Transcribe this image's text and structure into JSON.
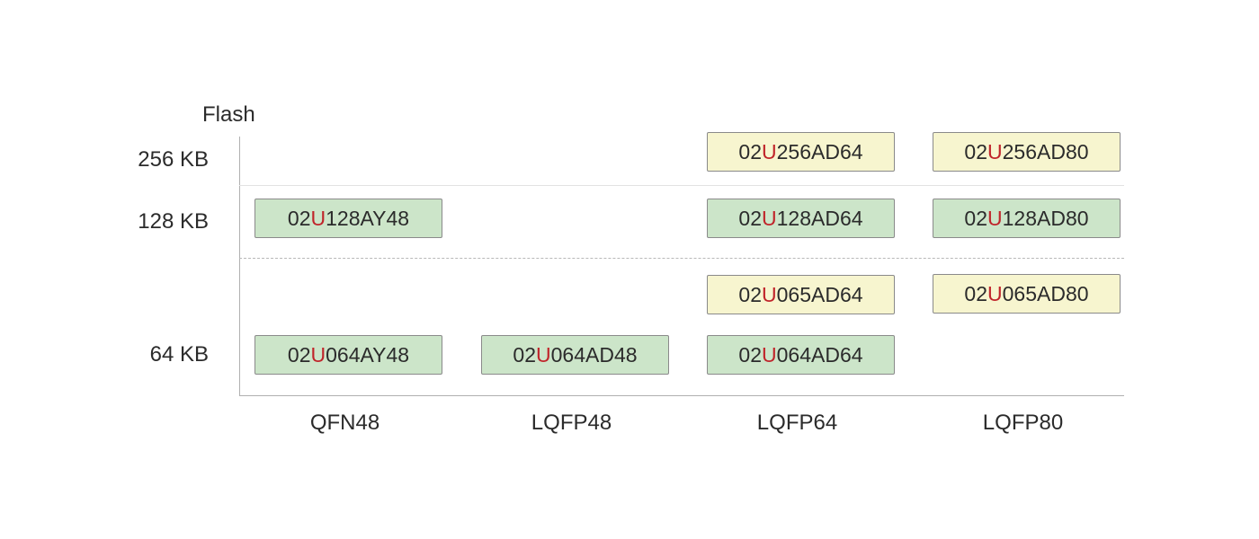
{
  "diagram": {
    "y_axis_title": "Flash",
    "y_labels": {
      "kb256": "256 KB",
      "kb128": "128 KB",
      "kb64": "64 KB"
    },
    "x_labels": {
      "qfn48": "QFN48",
      "lqfp48": "LQFP48",
      "lqfp64": "LQFP64",
      "lqfp80": "LQFP80"
    },
    "colors": {
      "green_fill": "#cce5c9",
      "yellow_fill": "#f7f5cf",
      "highlight_letter": "#c0242a"
    },
    "parts": {
      "p256_64": {
        "prefix": "02",
        "mid": "U",
        "suffix": "256AD64"
      },
      "p256_80": {
        "prefix": "02",
        "mid": "U",
        "suffix": "256AD80"
      },
      "p128_48": {
        "prefix": "02",
        "mid": "U",
        "suffix": "128AY48"
      },
      "p128_64": {
        "prefix": "02",
        "mid": "U",
        "suffix": "128AD64"
      },
      "p128_80": {
        "prefix": "02",
        "mid": "U",
        "suffix": "128AD80"
      },
      "p065_64": {
        "prefix": "02",
        "mid": "U",
        "suffix": "065AD64"
      },
      "p065_80": {
        "prefix": "02",
        "mid": "U",
        "suffix": "065AD80"
      },
      "p064_48y": {
        "prefix": "02",
        "mid": "U",
        "suffix": "064AY48"
      },
      "p064_48d": {
        "prefix": "02",
        "mid": "U",
        "suffix": "064AD48"
      },
      "p064_64": {
        "prefix": "02",
        "mid": "U",
        "suffix": "064AD64"
      }
    }
  }
}
